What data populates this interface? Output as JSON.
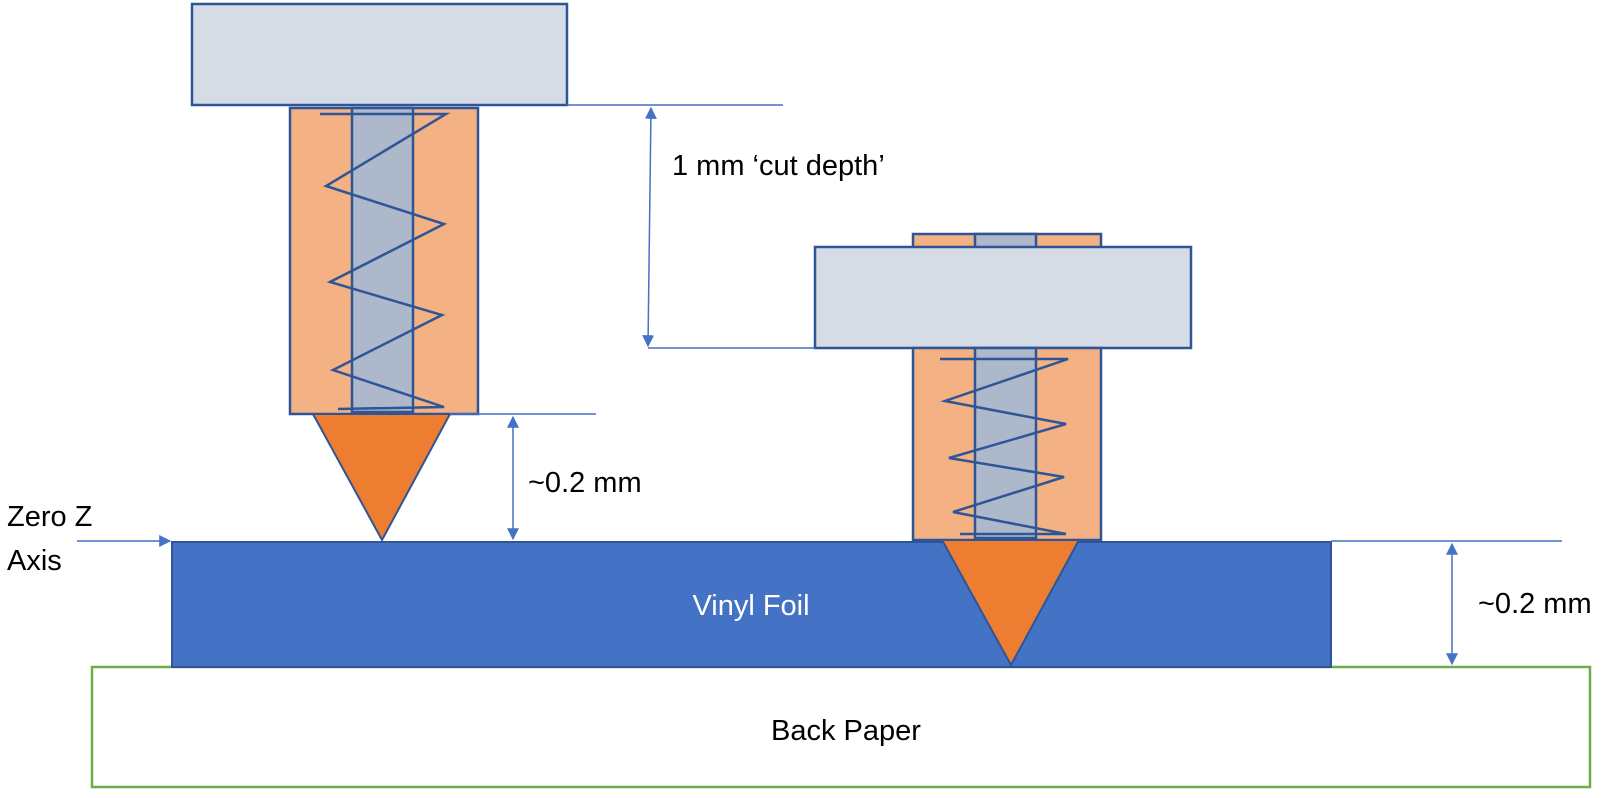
{
  "title": "Vinyl cutter blade depth diagram",
  "labels": {
    "cut_depth": "1 mm ‘cut depth’",
    "gap_above_foil": "~0.2 mm",
    "zero_z_line1": "Zero Z",
    "zero_z_line2": "Axis",
    "foil_thickness": "~0.2 mm",
    "vinyl_foil": "Vinyl Foil",
    "back_paper": "Back Paper"
  },
  "components": {
    "left_tool": {
      "state": "raised",
      "parts": [
        "holder",
        "blade-housing",
        "shaft",
        "spring",
        "blade-tip"
      ]
    },
    "right_tool": {
      "state": "lowered-cutting",
      "parts": [
        "holder",
        "blade-housing",
        "shaft",
        "spring",
        "blade-tip"
      ]
    },
    "layers": [
      "vinyl-foil",
      "back-paper"
    ]
  },
  "colors": {
    "holder_fill": "#d6dce5",
    "housing_fill": "#f4b183",
    "shaft_fill": "#adb9ca",
    "outline": "#2f5597",
    "blade_fill": "#ed7d31",
    "foil_fill": "#4472c4",
    "paper_border": "#70ad47",
    "dimension_line": "#4472c4"
  }
}
